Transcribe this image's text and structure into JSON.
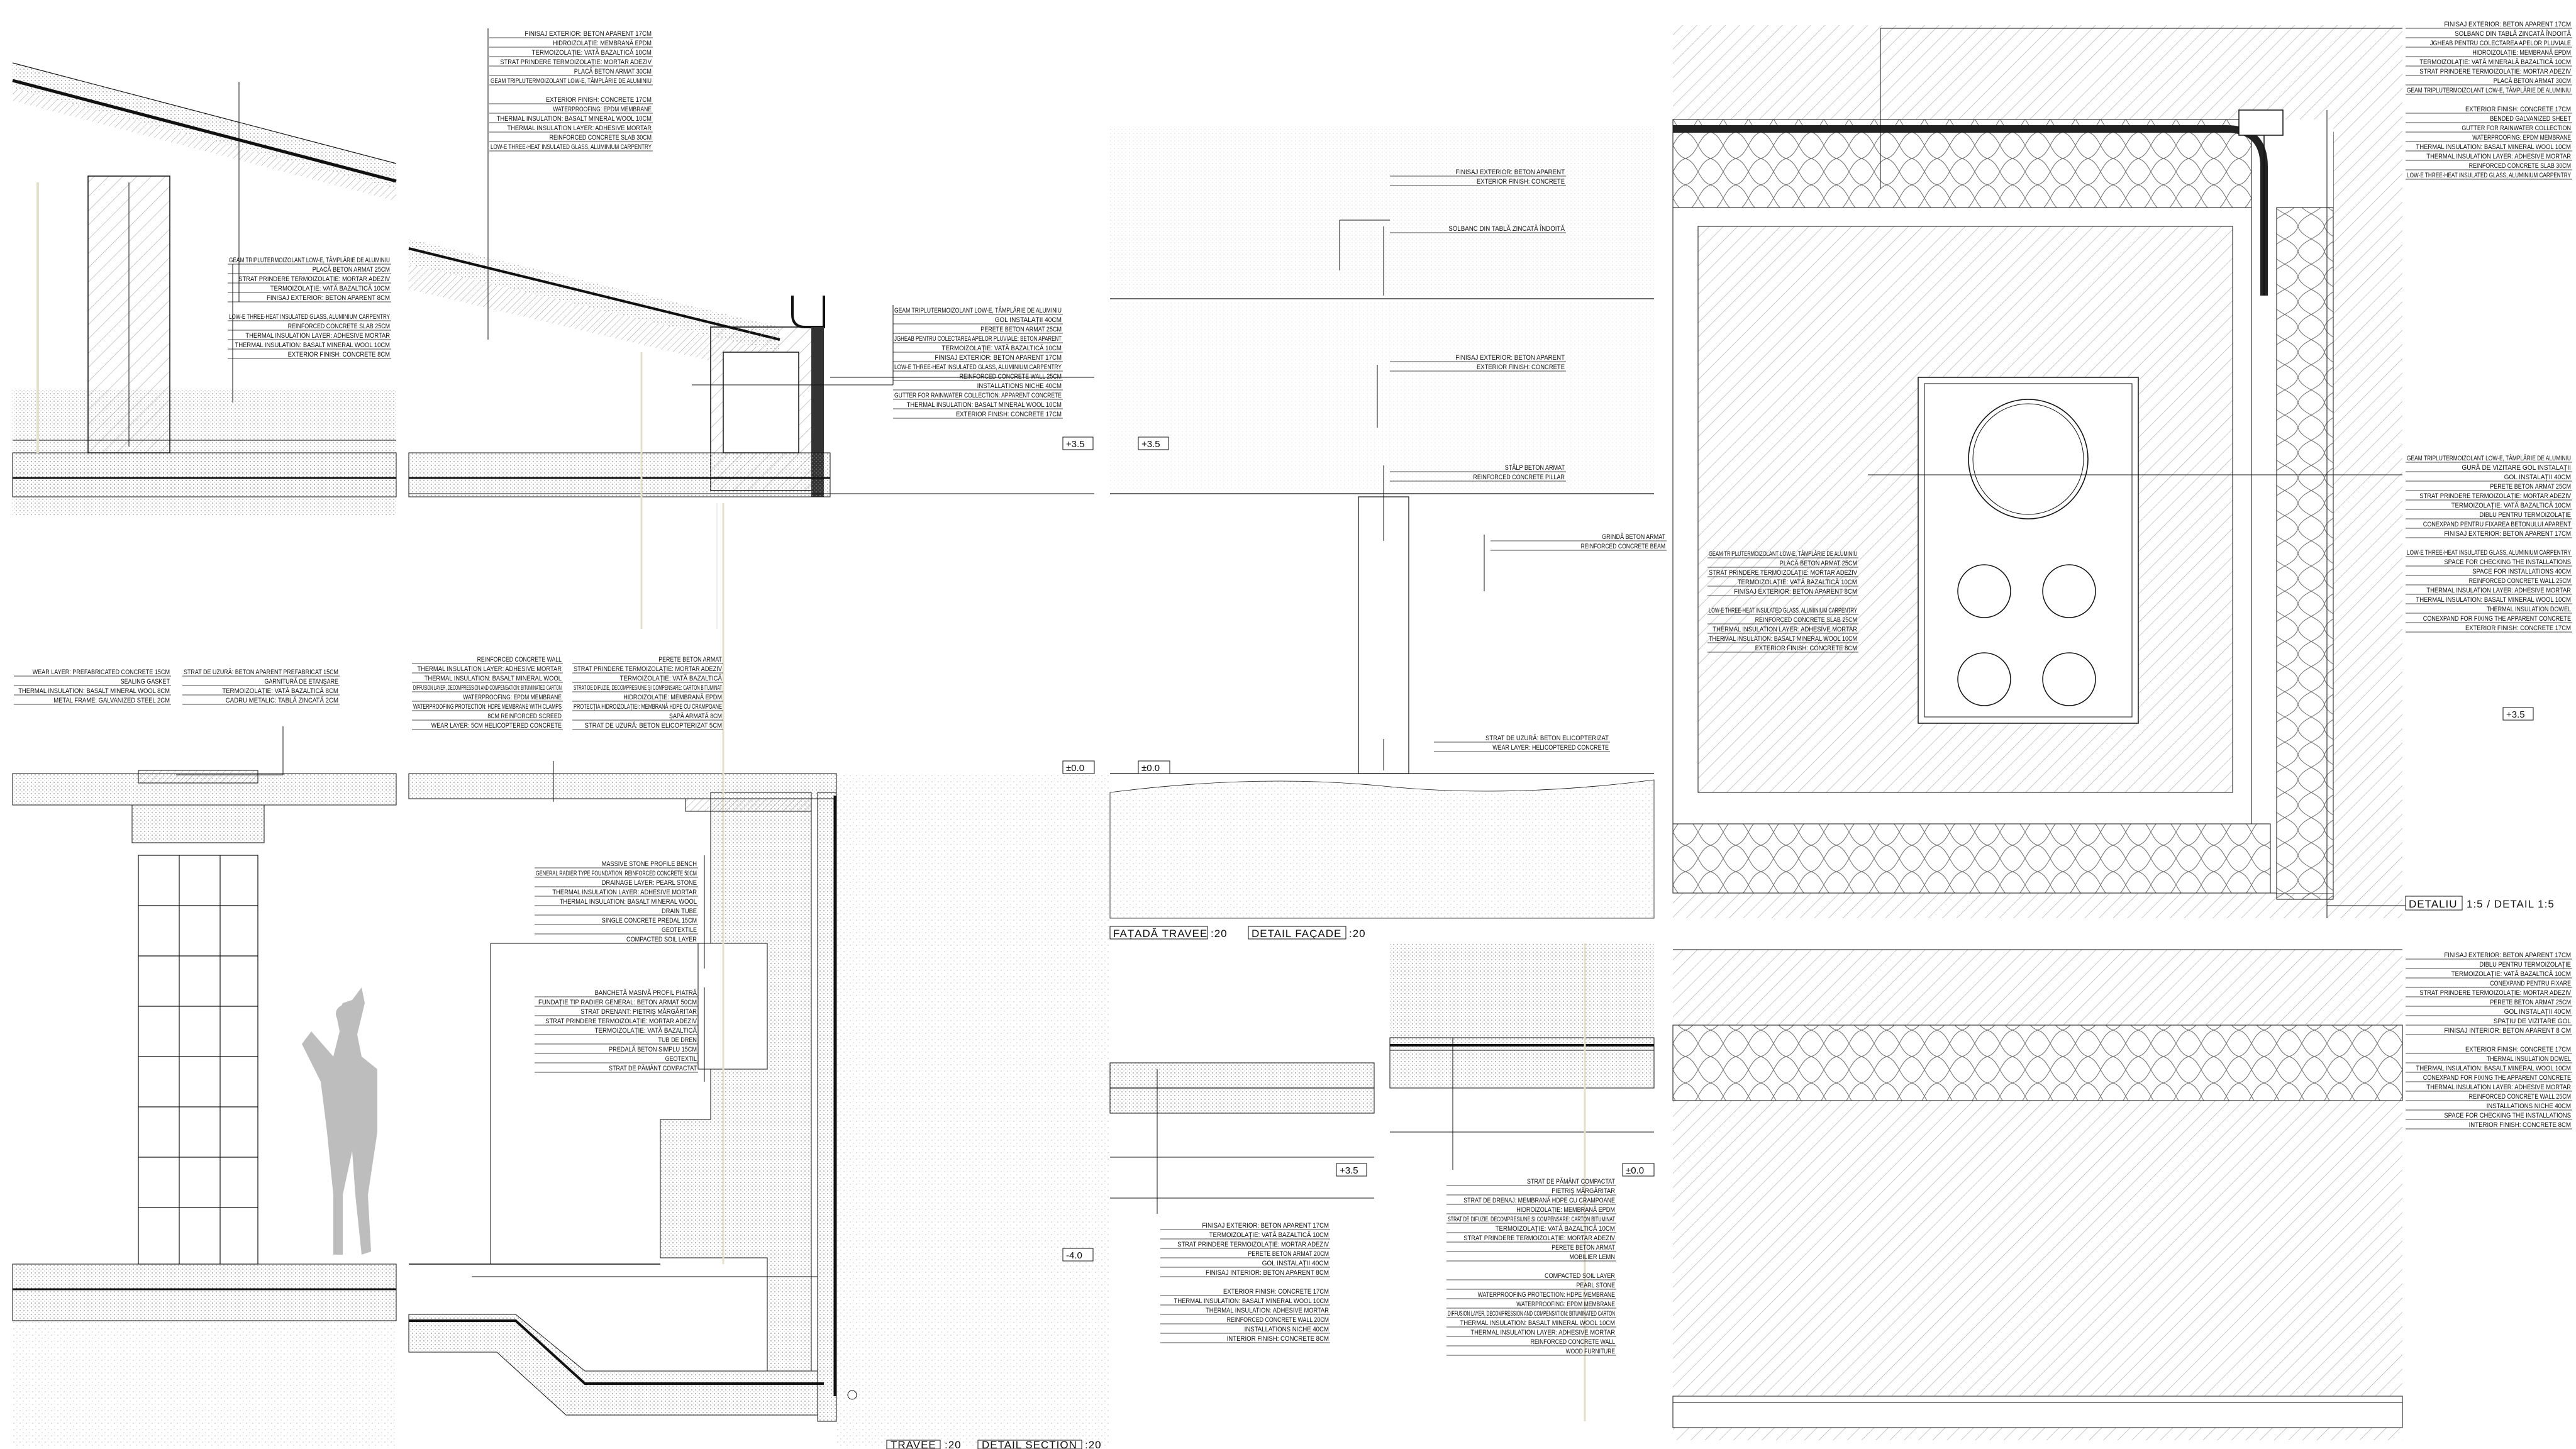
{
  "titles": {
    "travee": "TRAVEE",
    "detail_section": "DETAIL SECTION",
    "fatada_travee": "FAȚADĂ TRAVEE",
    "detail_facade": "DETAIL FAÇADE",
    "detaliu": "DETALIU",
    "detail_scale": "1:5 / DETAIL 1:5",
    "scale_20": ":20"
  },
  "levels": {
    "plus_35": "+3.5",
    "zero": "±0.0",
    "minus_40": "-4.0"
  },
  "label_groups": {
    "roof_top": [
      "FINISAJ EXTERIOR: BETON APARENT 17CM",
      "HIDROIZOLAȚIE: MEMBRANĂ EPDM",
      "TERMOIZOLAȚIE: VATĂ BAZALTICĂ 10CM",
      "STRAT PRINDERE TERMOIZOLAȚIE: MORTAR ADEZIV",
      "PLACĂ BETON ARMAT 30CM",
      "GEAM TRIPLUTERMOIZOLANT LOW-E, TÂMPLĂRIE DE ALUMINIU",
      "",
      "EXTERIOR FINISH: CONCRETE 17CM",
      "WATERPROOFING: EPDM MEMBRANE",
      "THERMAL INSULATION: BASALT MINERAL WOOL 10CM",
      "THERMAL INSULATION LAYER: ADHESIVE MORTAR",
      "REINFORCED CONCRETE SLAB 30CM",
      "LOW-E THREE-HEAT INSULATED GLASS, ALUMINIUM CARPENTRY"
    ],
    "roof_left": [
      "GEAM TRIPLUTERMOIZOLANT LOW-E, TÂMPLĂRIE DE ALUMINIU",
      "PLACĂ BETON ARMAT 25CM",
      "STRAT PRINDERE TERMOIZOLAȚIE: MORTAR ADEZIV",
      "TERMOIZOLAȚIE: VATĂ BAZALTICĂ 10CM",
      "FINISAJ EXTERIOR: BETON APARENT 8CM",
      "",
      "LOW-E THREE-HEAT INSULATED GLASS, ALUMINIUM CARPENTRY",
      "REINFORCED CONCRETE SLAB 25CM",
      "THERMAL INSULATION LAYER: ADHESIVE MORTAR",
      "THERMAL INSULATION: BASALT MINERAL WOOL 10CM",
      "EXTERIOR FINISH: CONCRETE 8CM"
    ],
    "gutter": [
      "GEAM TRIPLUTERMOIZOLANT LOW-E, TÂMPLĂRIE DE ALUMINIU",
      "GOL INSTALAȚII 40CM",
      "PERETE BETON ARMAT 25CM",
      "JGHEAB PENTRU COLECTAREA APELOR PLUVIALE: BETON APARENT",
      "TERMOIZOLAȚIE: VATĂ BAZALTICĂ 10CM",
      "FINISAJ EXTERIOR: BETON APARENT 17CM",
      "LOW-E THREE-HEAT INSULATED GLASS, ALUMINIUM CARPENTRY",
      "REINFORCED CONCRETE WALL 25CM",
      "INSTALLATIONS NICHE 40CM",
      "GUTTER FOR RAINWATER COLLECTION: APPARENT CONCRETE",
      "THERMAL INSULATION: BASALT MINERAL WOOL 10CM",
      "EXTERIOR FINISH: CONCRETE 17CM"
    ],
    "floor_top_left": [
      "WEAR LAYER: PREFABRICATED CONCRETE 15CM",
      "SEALING GASKET",
      "THERMAL INSULATION: BASALT MINERAL WOOL 8CM",
      "METAL FRAME: GALVANIZED STEEL 2CM"
    ],
    "floor_top_right": [
      "STRAT DE UZURĂ: BETON APARENT PREFABRICAT 15CM",
      "GARNITURĂ DE ETANȘARE",
      "TERMOIZOLAȚIE: VATĂ BAZALTICĂ 8CM",
      "CADRU METALIC: TABLĂ ZINCATĂ 2CM"
    ],
    "wall_en": [
      "REINFORCED CONCRETE WALL",
      "THERMAL INSULATION LAYER: ADHESIVE MORTAR",
      "THERMAL INSULATION: BASALT MINERAL WOOL",
      "DIFFUSION LAYER, DECOMPRESSION AND COMPENSATION: BITUMINATED CARTON",
      "WATERPROOFING: EPDM MEMBRANE",
      "WATERPROOFING PROTECTION: HDPE MEMBRANE WITH CLAMPS",
      "8CM REINFORCED SCREED",
      "WEAR LAYER: 5CM HELICOPTERED CONCRETE"
    ],
    "wall_ro": [
      "PERETE BETON ARMAT",
      "STRAT PRINDERE TERMOIZOLAȚIE: MORTAR ADEZIV",
      "TERMOIZOLAȚIE: VATĂ BAZALTICĂ",
      "STRAT DE DIFUZIE, DECOMPRESIUNE ȘI COMPENSARE: CARTON BITUMINAT",
      "HIDROIZOLAȚIE: MEMBRANĂ EPDM",
      "PROTECȚIA HIDROIZOLAȚIEI: MEMBRANĂ HDPE CU CRAMPOANE",
      "ȘAPĂ ARMATĂ 8CM",
      "STRAT DE UZURĂ: BETON ELICOPTERIZAT 5CM"
    ],
    "bench_en": [
      "MASSIVE STONE PROFILE BENCH",
      "GENERAL RADIER TYPE FOUNDATION: REINFORCED CONCRETE 50CM",
      "DRAINAGE LAYER: PEARL STONE",
      "THERMAL INSULATION LAYER: ADHESIVE MORTAR",
      "THERMAL INSULATION: BASALT MINERAL WOOL",
      "DRAIN TUBE",
      "SINGLE CONCRETE PREDAL 15CM",
      "GEOTEXTILE",
      "COMPACTED SOIL LAYER"
    ],
    "bench_ro": [
      "BANCHETĂ MASIVĂ PROFIL PIATRĂ",
      "FUNDAȚIE TIP RADIER GENERAL: BETON ARMAT 50CM",
      "STRAT DRENANT: PIETRIȘ MĂRGĂRITAR",
      "STRAT PRINDERE TERMOIZOLAȚIE: MORTAR ADEZIV",
      "TERMOIZOLAȚIE: VATĂ BAZALTICĂ",
      "TUB DE DREN",
      "PREDALĂ BETON SIMPLU 15CM",
      "GEOTEXTIL",
      "STRAT DE PĂMÂNT COMPACTAT"
    ],
    "facade_top": [
      "FINISAJ EXTERIOR: BETON APARENT",
      "EXTERIOR FINISH: CONCRETE"
    ],
    "facade_sill": [
      "SOLBANC DIN TABLĂ ZINCATĂ ÎNDOITĂ"
    ],
    "facade_mid": [
      "FINISAJ EXTERIOR: BETON APARENT",
      "EXTERIOR FINISH: CONCRETE"
    ],
    "facade_pillar": [
      "STÂLP BETON ARMAT",
      "REINFORCED CONCRETE PILLAR"
    ],
    "facade_beam": [
      "GRINDĂ BETON ARMAT",
      "REINFORCED CONCRETE BEAM"
    ],
    "facade_wear": [
      "STRAT DE UZURĂ: BETON ELICOPTERIZAT",
      "WEAR LAYER: HELICOPTERED CONCRETE"
    ],
    "small_wall": [
      "FINISAJ EXTERIOR: BETON APARENT 17CM",
      "TERMOIZOLAȚIE: VATĂ BAZALTICĂ 10CM",
      "STRAT PRINDERE TERMOIZOLAȚIE: MORTAR ADEZIV",
      "PERETE BETON ARMAT 20CM",
      "GOL INSTALAȚII 40CM",
      "FINISAJ INTERIOR: BETON APARENT 8CM",
      "",
      "EXTERIOR FINISH: CONCRETE 17CM",
      "THERMAL INSULATION: BASALT MINERAL WOOL 10CM",
      "THERMAL INSULATION: ADHESIVE MORTAR",
      "REINFORCED CONCRETE WALL 20CM",
      "INSTALLATIONS NICHE 40CM",
      "INTERIOR FINISH: CONCRETE 8CM"
    ],
    "ground": [
      "STRAT DE PĂMÂNT COMPACTAT",
      "PIETRIȘ MĂRGĂRITAR",
      "STRAT DE DRENAJ: MEMBRANĂ HDPE CU CRAMPOANE",
      "HIDROIZOLAȚIE: MEMBRANĂ EPDM",
      "STRAT DE DIFUZIE, DECOMPRESIUNE ȘI COMPENSARE: CARTON BITUMINAT",
      "TERMOIZOLAȚIE: VATĂ BAZALTICĂ 10CM",
      "STRAT PRINDERE TERMOIZOLAȚIE: MORTAR ADEZIV",
      "PERETE BETON ARMAT",
      "MOBILIER LEMN",
      "",
      "COMPACTED SOIL LAYER",
      "PEARL STONE",
      "WATERPROOFING PROTECTION: HDPE MEMBRANE",
      "WATERPROOFING: EPDM MEMBRANE",
      "DIFFUSION LAYER, DECOMPRESSION AND COMPENSATION: BITUMINATED CARTON",
      "THERMAL INSULATION: BASALT MINERAL WOOL 10CM",
      "THERMAL INSULATION LAYER: ADHESIVE MORTAR",
      "REINFORCED CONCRETE WALL",
      "WOOD FURNITURE"
    ],
    "detail_roof": [
      "FINISAJ EXTERIOR: BETON APARENT 17CM",
      "SOLBANC DIN TABLĂ ZINCATĂ ÎNDOITĂ",
      "JGHEAB PENTRU COLECTAREA APELOR PLUVIALE",
      "HIDROIZOLAȚIE: MEMBRANĂ EPDM",
      "TERMOIZOLAȚIE: VATĂ MINERALĂ BAZALTICĂ 10CM",
      "STRAT PRINDERE TERMOIZOLAȚIE: MORTAR ADEZIV",
      "PLACĂ BETON ARMAT 30CM",
      "GEAM TRIPLUTERMOIZOLANT LOW-E, TÂMPLĂRIE DE ALUMINIU",
      "",
      "EXTERIOR FINISH: CONCRETE 17CM",
      "BENDED GALVANIZED SHEET",
      "GUTTER FOR RAINWATER COLLECTION",
      "WATERPROOFING: EPDM MEMBRANE",
      "THERMAL INSULATION: BASALT MINERAL WOOL 10CM",
      "THERMAL INSULATION LAYER: ADHESIVE MORTAR",
      "REINFORCED CONCRETE SLAB 30CM",
      "LOW-E THREE-HEAT INSULATED GLASS, ALUMINIUM CARPENTRY"
    ],
    "detail_wall": [
      "GEAM TRIPLUTERMOIZOLANT LOW-E, TÂMPLĂRIE DE ALUMINIU",
      "GURĂ DE VIZITARE GOL INSTALAȚII",
      "GOL INSTALAȚII 40CM",
      "PERETE BETON ARMAT 25CM",
      "STRAT PRINDERE TERMOIZOLAȚIE: MORTAR ADEZIV",
      "TERMOIZOLAȚIE: VATĂ BAZALTICĂ 10CM",
      "DIBLU PENTRU TERMOIZOLAȚIE",
      "CONEXPAND PENTRU FIXAREA BETONULUI APARENT",
      "FINISAJ EXTERIOR: BETON APARENT 17CM",
      "",
      "LOW-E THREE-HEAT INSULATED GLASS, ALUMINIUM CARPENTRY",
      "SPACE FOR CHECKING THE INSTALLATIONS",
      "SPACE FOR INSTALLATIONS 40CM",
      "REINFORCED CONCRETE WALL 25CM",
      "THERMAL INSULATION LAYER: ADHESIVE MORTAR",
      "THERMAL INSULATION: BASALT MINERAL WOOL 10CM",
      "THERMAL INSULATION DOWEL",
      "CONEXPAND FOR FIXING THE APPARENT CONCRETE",
      "EXTERIOR FINISH: CONCRETE 17CM"
    ],
    "detail_window": [
      "GEAM TRIPLUTERMOIZOLANT LOW-E, TÂMPLĂRIE DE ALUMINIU",
      "PLACĂ BETON ARMAT 25CM",
      "STRAT PRINDERE TERMOIZOLAȚIE: MORTAR ADEZIV",
      "TERMOIZOLAȚIE: VATĂ BAZALTICĂ 10CM",
      "FINISAJ EXTERIOR: BETON APARENT 8CM",
      "",
      "LOW-E THREE-HEAT INSULATED GLASS, ALUMINIUM CARPENTRY",
      "REINFORCED CONCRETE SLAB 25CM",
      "THERMAL INSULATION LAYER: ADHESIVE MORTAR",
      "THERMAL INSULATION: BASALT MINERAL WOOL 10CM",
      "EXTERIOR FINISH: CONCRETE 8CM"
    ],
    "detail_bottom": [
      "FINISAJ EXTERIOR: BETON APARENT 17CM",
      "DIBLU PENTRU TERMOIZOLAȚIE",
      "TERMOIZOLAȚIE: VATĂ BAZALTICĂ 10CM",
      "CONEXPAND PENTRU FIXARE",
      "STRAT PRINDERE TERMOIZOLAȚIE: MORTAR ADEZIV",
      "PERETE BETON ARMAT 25CM",
      "GOL INSTALAȚII 40CM",
      "SPAȚIU DE VIZITARE GOL",
      "FINISAJ INTERIOR: BETON APARENT 8 CM",
      "",
      "EXTERIOR FINISH: CONCRETE 17CM",
      "THERMAL INSULATION DOWEL",
      "THERMAL INSULATION: BASALT MINERAL WOOL 10CM",
      "CONEXPAND FOR FIXING THE APPARENT CONCRETE",
      "THERMAL INSULATION LAYER: ADHESIVE MORTAR",
      "REINFORCED CONCRETE WALL 25CM",
      "INSTALLATIONS NICHE 40CM",
      "SPACE FOR CHECKING THE INSTALLATIONS",
      "INTERIOR FINISH: CONCRETE 8CM"
    ]
  },
  "colors": {
    "line": "#111111",
    "hatch": "#9a9a9a",
    "soil": "#b5b5b5",
    "figure": "#bdbdbd",
    "guide": "#e4e0cc"
  }
}
